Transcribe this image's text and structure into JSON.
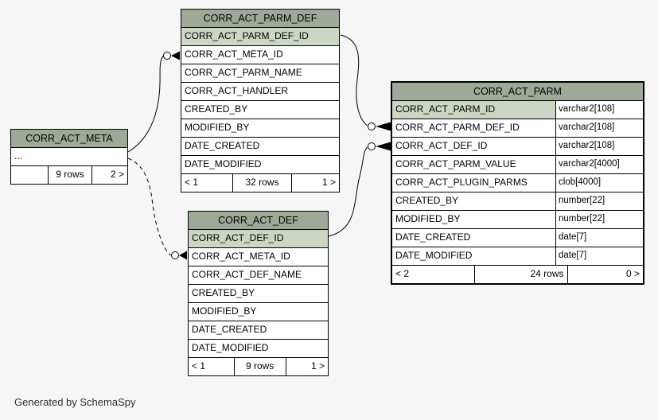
{
  "page": {
    "footer_note": "Generated by SchemaSpy"
  },
  "colors": {
    "background": "#f6f6f6",
    "table_header_bg": "#9daa98",
    "key_column_bg": "#cbd6c4",
    "row_bg": "#ffffff",
    "border": "#000000"
  },
  "tables": {
    "corr_act_meta": {
      "title": "CORR_ACT_META",
      "columns": [
        {
          "name": "...",
          "key": false
        }
      ],
      "pager": {
        "prev": "",
        "rows": "9 rows",
        "next": "2 >"
      }
    },
    "corr_act_parm_def": {
      "title": "CORR_ACT_PARM_DEF",
      "columns": [
        {
          "name": "CORR_ACT_PARM_DEF_ID",
          "key": true
        },
        {
          "name": "CORR_ACT_META_ID",
          "key": false
        },
        {
          "name": "CORR_ACT_PARM_NAME",
          "key": false
        },
        {
          "name": "CORR_ACT_HANDLER",
          "key": false
        },
        {
          "name": "CREATED_BY",
          "key": false
        },
        {
          "name": "MODIFIED_BY",
          "key": false
        },
        {
          "name": "DATE_CREATED",
          "key": false
        },
        {
          "name": "DATE_MODIFIED",
          "key": false
        }
      ],
      "pager": {
        "prev": "< 1",
        "rows": "32 rows",
        "next": "1 >"
      }
    },
    "corr_act_def": {
      "title": "CORR_ACT_DEF",
      "columns": [
        {
          "name": "CORR_ACT_DEF_ID",
          "key": true
        },
        {
          "name": "CORR_ACT_META_ID",
          "key": false
        },
        {
          "name": "CORR_ACT_DEF_NAME",
          "key": false
        },
        {
          "name": "CREATED_BY",
          "key": false
        },
        {
          "name": "MODIFIED_BY",
          "key": false
        },
        {
          "name": "DATE_CREATED",
          "key": false
        },
        {
          "name": "DATE_MODIFIED",
          "key": false
        }
      ],
      "pager": {
        "prev": "< 1",
        "rows": "9 rows",
        "next": "1 >"
      }
    },
    "corr_act_parm": {
      "title": "CORR_ACT_PARM",
      "columns": [
        {
          "name": "CORR_ACT_PARM_ID",
          "type": "varchar2[108]",
          "key": true
        },
        {
          "name": "CORR_ACT_PARM_DEF_ID",
          "type": "varchar2[108]",
          "key": false
        },
        {
          "name": "CORR_ACT_DEF_ID",
          "type": "varchar2[108]",
          "key": false
        },
        {
          "name": "CORR_ACT_PARM_VALUE",
          "type": "varchar2[4000]",
          "key": false
        },
        {
          "name": "CORR_ACT_PLUGIN_PARMS",
          "type": "clob[4000]",
          "key": false
        },
        {
          "name": "CREATED_BY",
          "type": "number[22]",
          "key": false
        },
        {
          "name": "MODIFIED_BY",
          "type": "number[22]",
          "key": false
        },
        {
          "name": "DATE_CREATED",
          "type": "date[7]",
          "key": false
        },
        {
          "name": "DATE_MODIFIED",
          "type": "date[7]",
          "key": false
        }
      ],
      "pager": {
        "prev": "< 2",
        "rows": "24 rows",
        "next": "0 >"
      }
    }
  },
  "relationships": [
    {
      "from": "CORR_ACT_META",
      "to": "CORR_ACT_PARM_DEF.CORR_ACT_META_ID",
      "style": "solid"
    },
    {
      "from": "CORR_ACT_META",
      "to": "CORR_ACT_DEF.CORR_ACT_META_ID",
      "style": "dashed"
    },
    {
      "from": "CORR_ACT_PARM_DEF.CORR_ACT_PARM_DEF_ID",
      "to": "CORR_ACT_PARM.CORR_ACT_PARM_DEF_ID",
      "style": "solid"
    },
    {
      "from": "CORR_ACT_DEF.CORR_ACT_DEF_ID",
      "to": "CORR_ACT_PARM.CORR_ACT_DEF_ID",
      "style": "solid"
    }
  ]
}
